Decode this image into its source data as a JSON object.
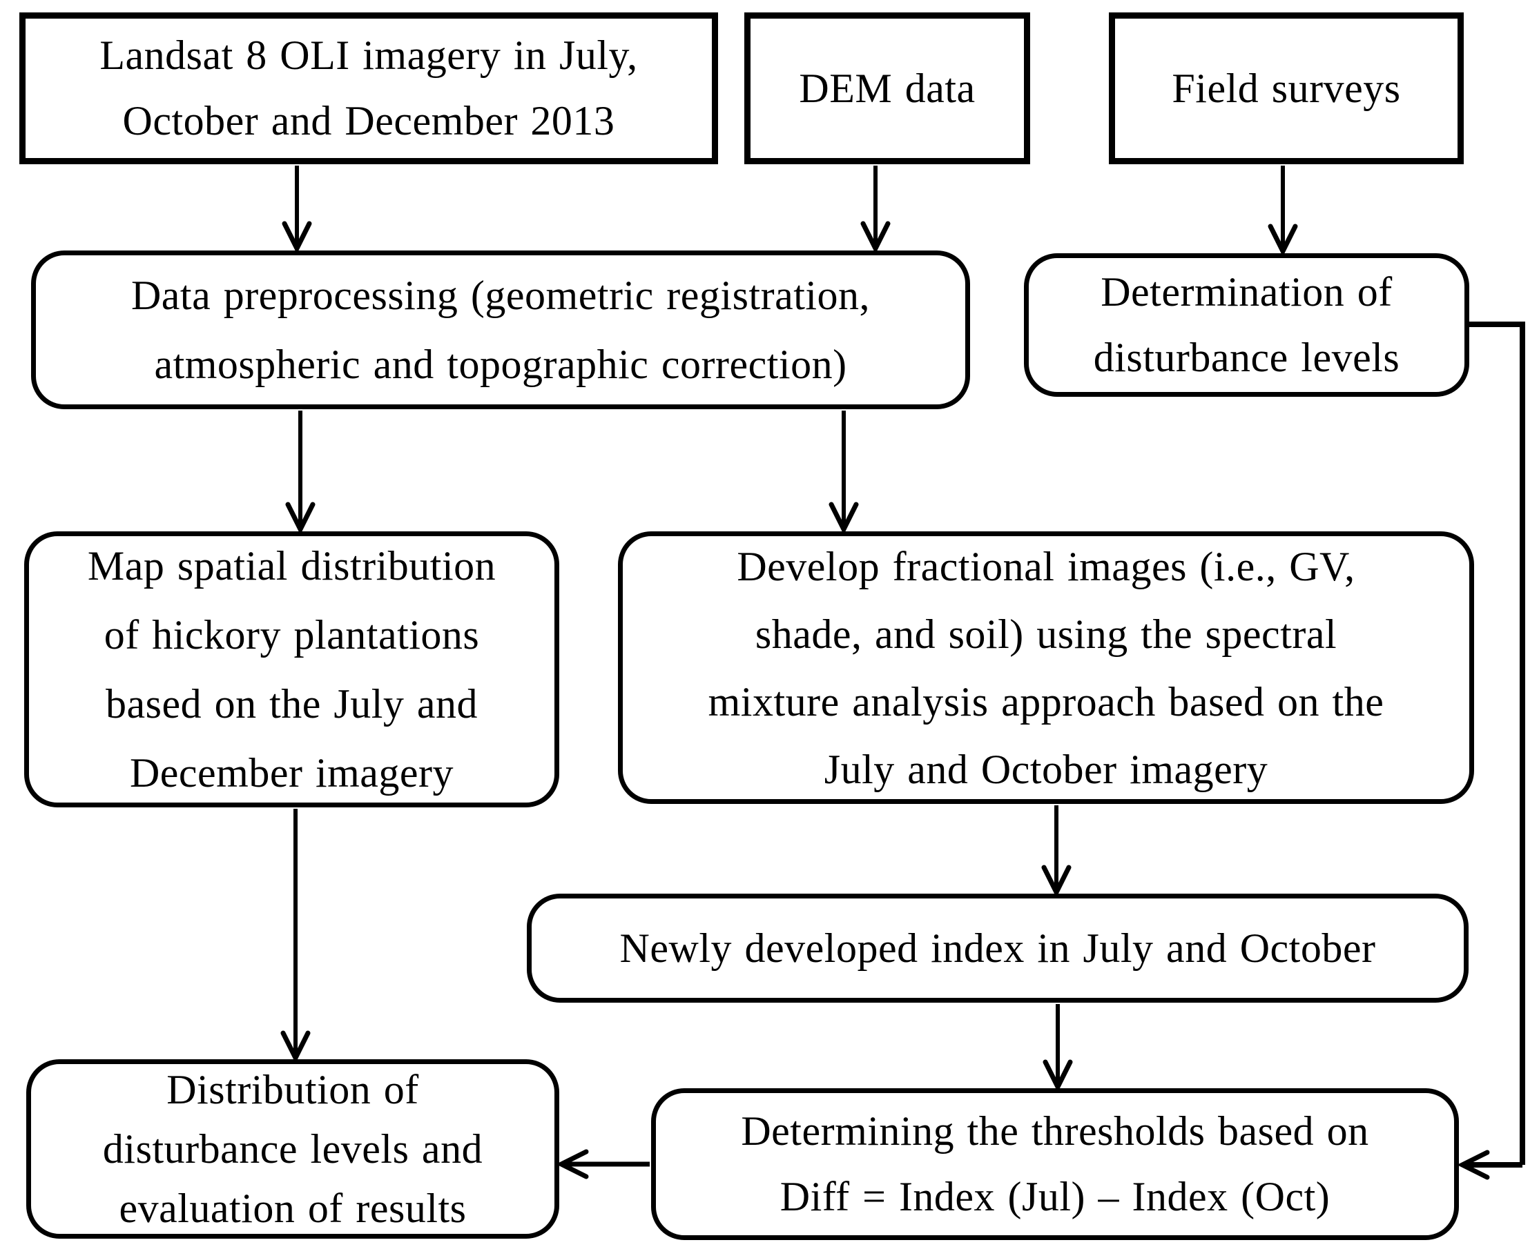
{
  "page": {
    "background_color": "#ffffff",
    "line_color": "#000000",
    "text_color": "#000000"
  },
  "diagram": {
    "type": "flowchart",
    "nodes": {
      "landsat_imagery": {
        "shape": "rectangle",
        "label": "Landsat 8 OLI imagery in July, October and December 2013",
        "lines": [
          "Landsat 8 OLI imagery in July,",
          "October and December 2013"
        ]
      },
      "dem_data": {
        "shape": "rectangle",
        "label": "DEM data",
        "lines": [
          "DEM data"
        ]
      },
      "field_surveys": {
        "shape": "rectangle",
        "label": "Field surveys",
        "lines": [
          "Field surveys"
        ]
      },
      "data_preprocessing": {
        "shape": "rounded",
        "label": "Data preprocessing (geometric registration, atmospheric and topographic correction)",
        "lines": [
          "Data preprocessing (geometric registration,",
          "atmospheric and topographic correction)"
        ]
      },
      "determination_disturbance": {
        "shape": "rounded",
        "label": "Determination of disturbance levels",
        "lines": [
          "Determination of",
          "disturbance levels"
        ]
      },
      "map_hickory": {
        "shape": "rounded",
        "label": "Map spatial distribution of hickory plantations based on the July and December imagery",
        "lines": [
          "Map spatial distribution",
          "of hickory plantations",
          "based on the July and",
          "December imagery"
        ]
      },
      "fractional_images": {
        "shape": "rounded",
        "label": "Develop fractional images (i.e., GV, shade, and soil) using the spectral mixture analysis approach based on the July and October imagery",
        "lines": [
          "Develop fractional images (i.e., GV,",
          "shade, and soil) using the spectral",
          "mixture analysis approach based on the",
          "July and October imagery"
        ]
      },
      "new_index": {
        "shape": "rounded",
        "label": "Newly developed index in July and October",
        "lines": [
          "Newly developed index in July and October"
        ]
      },
      "distribution_results": {
        "shape": "rounded",
        "label": "Distribution of disturbance levels and evaluation of results",
        "lines": [
          "Distribution of",
          "disturbance levels and",
          "evaluation of results"
        ]
      },
      "thresholds": {
        "shape": "rounded",
        "label": "Determining the thresholds based on Diff = Index (Jul) – Index (Oct)",
        "lines": [
          "Determining the thresholds based on",
          "Diff = Index (Jul) – Index (Oct)"
        ]
      }
    },
    "edges": [
      {
        "from": "landsat_imagery",
        "to": "data_preprocessing"
      },
      {
        "from": "dem_data",
        "to": "data_preprocessing"
      },
      {
        "from": "field_surveys",
        "to": "determination_disturbance"
      },
      {
        "from": "data_preprocessing",
        "to": "map_hickory"
      },
      {
        "from": "data_preprocessing",
        "to": "fractional_images"
      },
      {
        "from": "fractional_images",
        "to": "new_index"
      },
      {
        "from": "new_index",
        "to": "thresholds"
      },
      {
        "from": "map_hickory",
        "to": "distribution_results"
      },
      {
        "from": "thresholds",
        "to": "distribution_results"
      },
      {
        "from": "determination_disturbance",
        "to": "thresholds"
      }
    ]
  }
}
